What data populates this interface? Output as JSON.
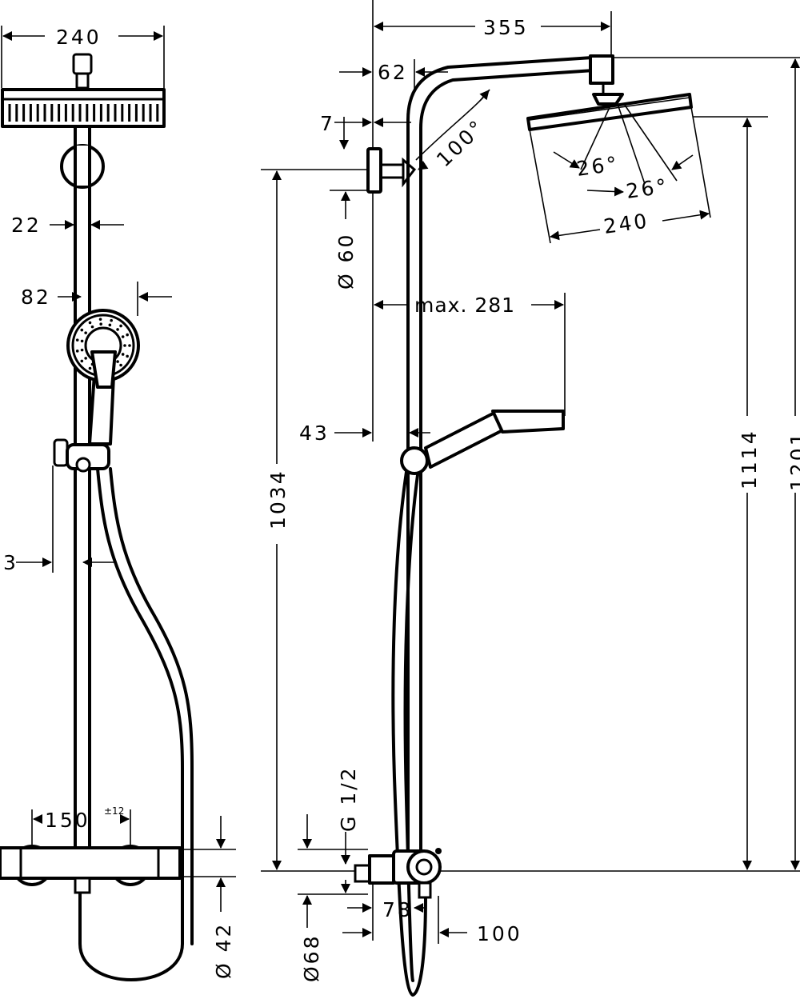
{
  "front_view": {
    "head_width": "240",
    "pipe_diameter": "22",
    "hand_shower_offset": "82",
    "wall_offset": "3",
    "connection_spacing": "150",
    "connection_tolerance": "±12",
    "thermostat_diameter": "Ø 42"
  },
  "side_view": {
    "arm_reach": "355",
    "arm_bend_offset": "62",
    "bracket_offset": "7",
    "arm_angle": "100°",
    "bracket_diameter": "Ø 60",
    "tilt_angle_left": "26°",
    "tilt_angle_right": "26°",
    "head_width": "240",
    "hand_reach": "max. 281",
    "hand_holder_offset": "43",
    "bracket_height": "1034",
    "head_height": "1114",
    "total_height": "1201",
    "inlet_thread": "G 1/2",
    "inlet_depth": "78",
    "mixer_depth": "100",
    "rosette_diameter": "Ø68"
  },
  "colors": {
    "line": "#000000",
    "background": "#ffffff"
  },
  "icons": [
    "dimension-arrow",
    "rain-shower-head",
    "hand-shower",
    "thermostat-mixer"
  ]
}
